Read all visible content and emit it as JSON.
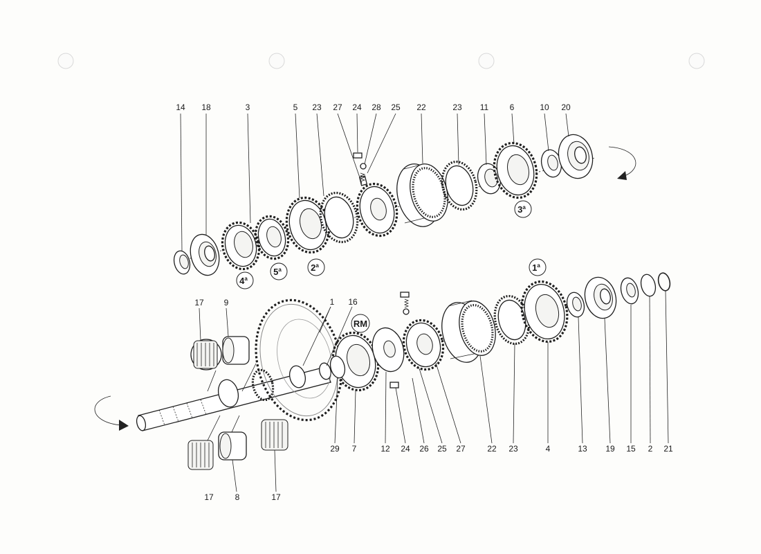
{
  "upper_shaft": {
    "labels": [
      "14",
      "18",
      "3",
      "5",
      "23",
      "27",
      "24",
      "28",
      "25",
      "22",
      "23",
      "11",
      "6",
      "10",
      "20"
    ],
    "gear_markers": [
      {
        "num": "4",
        "sup": "a"
      },
      {
        "num": "5",
        "sup": "a"
      },
      {
        "num": "2",
        "sup": "a"
      },
      {
        "num": "3",
        "sup": "a"
      }
    ]
  },
  "lower_shaft": {
    "labels_top": [
      "17",
      "9",
      "1",
      "16"
    ],
    "labels_bottom": [
      "17",
      "8",
      "17",
      "29",
      "7",
      "12",
      "24",
      "26",
      "25",
      "27",
      "22",
      "23",
      "4",
      "13",
      "19",
      "15",
      "2",
      "21"
    ],
    "gear_markers": [
      {
        "num": "RM",
        "sup": ""
      },
      {
        "num": "1",
        "sup": "a"
      }
    ]
  }
}
